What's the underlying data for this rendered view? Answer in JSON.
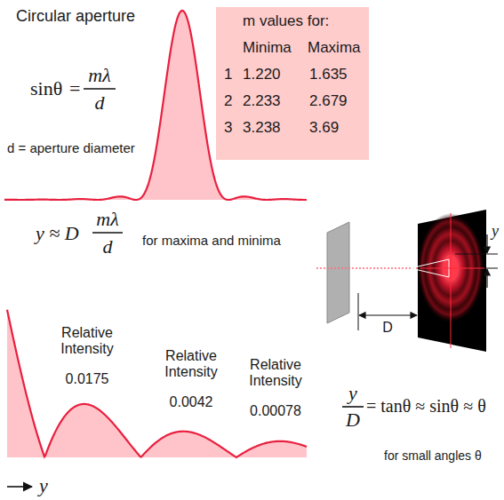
{
  "diagram": {
    "nodes": [
      {
        "text": [
          "m values for:",
          "Minima",
          "Maxima",
          "1",
          "1.220",
          "1.635",
          "2",
          "2.233",
          "2.679",
          "3",
          "3.238",
          "3.69"
        ]
      }
    ],
    "labels": [
      "Circular aperture",
      "sinθ",
      "=",
      "mλ",
      "d",
      "d = aperture diameter",
      "y ≈ D",
      "mλ",
      "d",
      "for maxima and minima",
      "Relative Intensity",
      "0.0175",
      "Relative Intensity",
      "0.0042",
      "Relative Intensity",
      "0.00078",
      "y",
      "y",
      "D",
      "y",
      "D",
      "= tanθ ≈ sinθ ≈ θ",
      "for small angles θ"
    ]
  }
}
